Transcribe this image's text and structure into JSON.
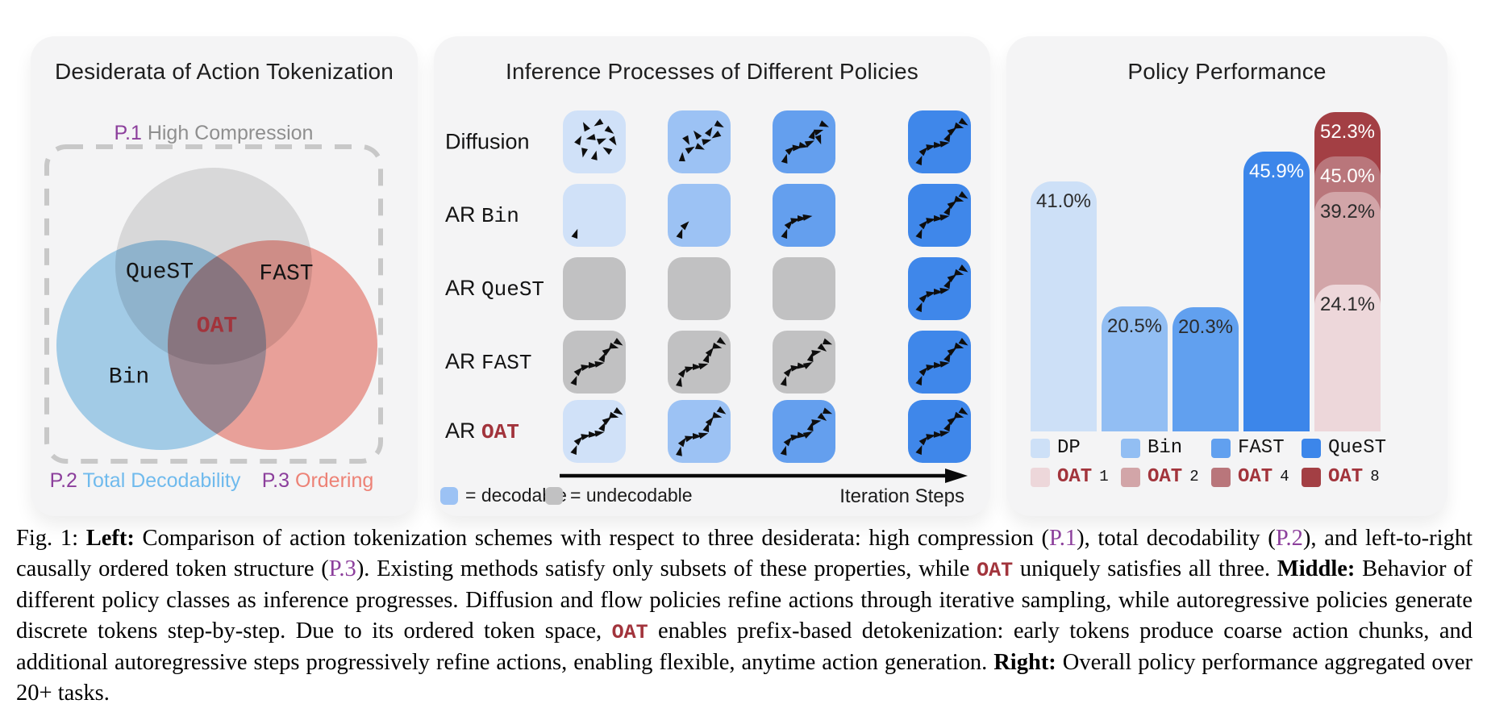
{
  "colors": {
    "purple": "#8c3f9c",
    "oat_text": "#a2343c",
    "p2_blue": "#6fbaed",
    "p3_salmon": "#ed8276",
    "panel_bg": "#f4f4f5",
    "venn_gray": "#e2e2e2",
    "venn_blue": "#a9d4f0",
    "venn_red": "#f3a79f",
    "dash_gray": "#c8c8c8",
    "blue1": "#d0e1f8",
    "blue2": "#9cc2f4",
    "blue3": "#649fee",
    "blue4": "#3f87ea",
    "gray_cell": "#c1c1c2",
    "dp": "#cde0f7",
    "bin": "#92bef3",
    "fast": "#61a0ef",
    "quest": "#3c86ea",
    "oat1": "#edd7da",
    "oat2": "#d2a5a8",
    "oat4": "#b9767b",
    "oat8": "#a33f44",
    "label_dark": "#2b2b2b",
    "label_light": "#ffffff"
  },
  "figure": {
    "left_panel": {
      "title": "Desiderata of Action Tokenization",
      "p1_prefix": "P.1",
      "p1_label": "High Compression",
      "venn": {
        "top_label": "QueST",
        "right_label": "FAST",
        "center_label": "OAT",
        "left_label": "Bin"
      },
      "p2_prefix": "P.2",
      "p2_label": "Total Decodability",
      "p3_prefix": "P.3",
      "p3_label": "Ordering"
    },
    "middle_panel": {
      "title": "Inference Processes of Different Policies",
      "rows": [
        {
          "prefix": "",
          "name": "Diffusion",
          "style": "sans",
          "cells": [
            {
              "c": "blue1",
              "g": "scatter1"
            },
            {
              "c": "blue2",
              "g": "scatter2"
            },
            {
              "c": "blue3",
              "g": "scatter3"
            },
            {
              "c": "blue4",
              "g": "path_a"
            }
          ]
        },
        {
          "prefix": "AR",
          "name": "Bin",
          "style": "mono",
          "cells": [
            {
              "c": "blue1",
              "g": "seed1"
            },
            {
              "c": "blue2",
              "g": "seed2"
            },
            {
              "c": "blue3",
              "g": "seed3"
            },
            {
              "c": "blue4",
              "g": "path_a"
            }
          ]
        },
        {
          "prefix": "AR",
          "name": "QueST",
          "style": "mono",
          "cells": [
            {
              "c": "gray",
              "g": "none"
            },
            {
              "c": "gray",
              "g": "none"
            },
            {
              "c": "gray",
              "g": "none"
            },
            {
              "c": "blue4",
              "g": "path_a"
            }
          ]
        },
        {
          "prefix": "AR",
          "name": "FAST",
          "style": "mono",
          "cells": [
            {
              "c": "gray",
              "g": "path_a"
            },
            {
              "c": "gray",
              "g": "path_b"
            },
            {
              "c": "gray",
              "g": "path_c"
            },
            {
              "c": "blue4",
              "g": "path_a"
            }
          ]
        },
        {
          "prefix": "AR",
          "name": "OAT",
          "style": "mono-oat",
          "cells": [
            {
              "c": "blue1",
              "g": "path_a"
            },
            {
              "c": "blue2",
              "g": "path_b"
            },
            {
              "c": "blue3",
              "g": "path_c"
            },
            {
              "c": "blue4",
              "g": "path_a"
            }
          ]
        }
      ],
      "legend": {
        "decodable": "= decodable",
        "undecodable": "= undecodable",
        "axis_label": "Iteration Steps"
      }
    }
  },
  "chart_data": {
    "type": "bar",
    "title": "Policy Performance",
    "ylim": [
      0,
      55
    ],
    "unit": "%",
    "bars": [
      {
        "name": "DP",
        "value": 41.0,
        "label": "41.0%",
        "color_key": "dp",
        "label_color": "dark"
      },
      {
        "name": "Bin",
        "value": 20.5,
        "label": "20.5%",
        "color_key": "bin",
        "label_color": "dark"
      },
      {
        "name": "FAST",
        "value": 20.3,
        "label": "20.3%",
        "color_key": "fast",
        "label_color": "dark"
      },
      {
        "name": "QueST",
        "value": 45.9,
        "label": "45.9%",
        "color_key": "quest",
        "label_color": "light"
      },
      {
        "name": "OAT",
        "stack": [
          {
            "name": "OAT8",
            "value": 52.3,
            "label": "52.3%",
            "color_key": "oat8",
            "label_color": "light"
          },
          {
            "name": "OAT4",
            "value": 45.0,
            "label": "45.0%",
            "color_key": "oat4",
            "label_color": "light"
          },
          {
            "name": "OAT2",
            "value": 39.2,
            "label": "39.2%",
            "color_key": "oat2",
            "label_color": "dark"
          },
          {
            "name": "OAT1",
            "value": 24.1,
            "label": "24.1%",
            "color_key": "oat1",
            "label_color": "dark"
          }
        ]
      }
    ],
    "legend_rows": [
      [
        {
          "label": "DP",
          "color_key": "dp"
        },
        {
          "label": "Bin",
          "color_key": "bin"
        },
        {
          "label": "FAST",
          "color_key": "fast"
        },
        {
          "label": "QueST",
          "color_key": "quest"
        }
      ],
      [
        {
          "label": "OAT",
          "sub": "1",
          "color_key": "oat1"
        },
        {
          "label": "OAT",
          "sub": "2",
          "color_key": "oat2"
        },
        {
          "label": "OAT",
          "sub": "4",
          "color_key": "oat4"
        },
        {
          "label": "OAT",
          "sub": "8",
          "color_key": "oat8"
        }
      ]
    ]
  },
  "caption": {
    "segments": [
      {
        "t": "Fig. 1: ",
        "s": "n"
      },
      {
        "t": "Left:",
        "s": "b"
      },
      {
        "t": " Comparison of action tokenization schemes with respect to three desiderata: high compression (",
        "s": "n"
      },
      {
        "t": "P.1",
        "s": "p"
      },
      {
        "t": "), total decodability (",
        "s": "n"
      },
      {
        "t": "P.2",
        "s": "p"
      },
      {
        "t": "), and left-to-right causally ordered token structure (",
        "s": "n"
      },
      {
        "t": "P.3",
        "s": "p"
      },
      {
        "t": "). Existing methods satisfy only subsets of these properties, while ",
        "s": "n"
      },
      {
        "t": "OAT",
        "s": "o"
      },
      {
        "t": " uniquely satisfies all three. ",
        "s": "n"
      },
      {
        "t": "Middle:",
        "s": "b"
      },
      {
        "t": " Behavior of different policy classes as inference progresses. Diffusion and flow policies refine actions through iterative sampling, while autoregressive policies generate discrete tokens step-by-step. Due to its ordered token space, ",
        "s": "n"
      },
      {
        "t": "OAT",
        "s": "o"
      },
      {
        "t": " enables prefix-based detokenization: early tokens produce coarse action chunks, and additional autoregressive steps progressively refine actions, enabling flexible, anytime action generation. ",
        "s": "n"
      },
      {
        "t": "Right:",
        "s": "b"
      },
      {
        "t": " Overall policy performance aggregated over 20+ tasks.",
        "s": "n"
      }
    ]
  }
}
